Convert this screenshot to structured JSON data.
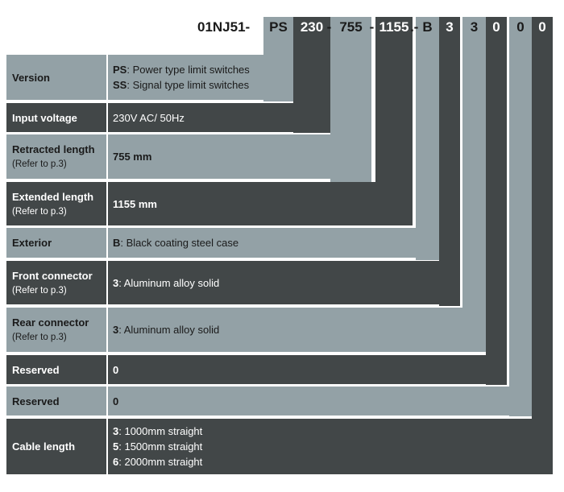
{
  "code": {
    "prefix": "01NJ51-",
    "segments": [
      "PS",
      "230",
      "755",
      "1155",
      "B",
      "3",
      "3",
      "0",
      "0",
      "0"
    ],
    "separators": [
      "-",
      "-",
      ".",
      "-"
    ]
  },
  "colors": {
    "dark": "#424748",
    "light": "#93a1a6",
    "white": "#ffffff",
    "text": "#1a1a1a"
  },
  "rows": [
    {
      "label": "Version",
      "sub": "",
      "items": [
        {
          "key": "PS",
          "text": ": Power type limit switches"
        },
        {
          "key": "SS",
          "text": ": Signal type limit switches"
        }
      ]
    },
    {
      "label": "Input voltage",
      "sub": "",
      "items": [
        {
          "key": "",
          "text": "230V AC/ 50Hz"
        }
      ]
    },
    {
      "label": "Retracted length",
      "sub": "(Refer to p.3)",
      "items": [
        {
          "key": "755 mm",
          "text": ""
        }
      ]
    },
    {
      "label": "Extended length",
      "sub": "(Refer to p.3)",
      "items": [
        {
          "key": "1155 mm",
          "text": ""
        }
      ]
    },
    {
      "label": "Exterior",
      "sub": "",
      "items": [
        {
          "key": "B",
          "text": ": Black coating steel case"
        }
      ]
    },
    {
      "label": "Front connector",
      "sub": "(Refer to p.3)",
      "items": [
        {
          "key": "3",
          "text": ": Aluminum alloy solid"
        }
      ]
    },
    {
      "label": "Rear connector",
      "sub": "(Refer to p.3)",
      "items": [
        {
          "key": "3",
          "text": ": Aluminum alloy solid"
        }
      ]
    },
    {
      "label": "Reserved",
      "sub": "",
      "items": [
        {
          "key": "0",
          "text": ""
        }
      ]
    },
    {
      "label": "Reserved",
      "sub": "",
      "items": [
        {
          "key": "0",
          "text": ""
        }
      ]
    },
    {
      "label": "Cable length",
      "sub": "",
      "items": [
        {
          "key": "3",
          "text": ": 1000mm straight"
        },
        {
          "key": "5",
          "text": ": 1500mm straight"
        },
        {
          "key": "6",
          "text": ": 2000mm straight"
        }
      ]
    }
  ]
}
